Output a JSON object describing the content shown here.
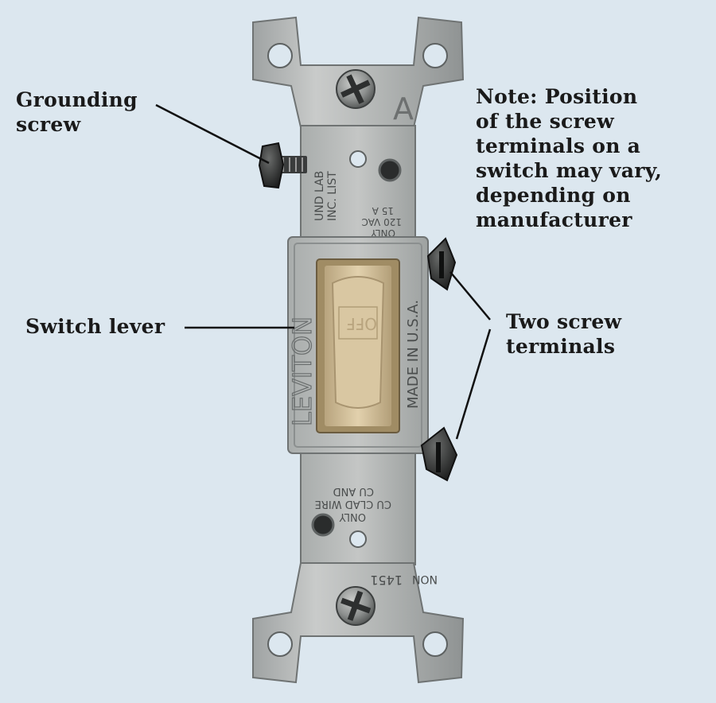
{
  "labels": {
    "grounding": [
      "Grounding",
      "screw"
    ],
    "note": [
      "Note: Position",
      "of the screw",
      "terminals on a",
      "switch may vary,",
      "depending on",
      "manufacturer"
    ],
    "lever": [
      "Switch lever"
    ],
    "terminals": [
      "Two screw",
      "terminals"
    ]
  },
  "switch_markings": {
    "top_letter": "A",
    "brand": "LEVITON",
    "made_in": "MADE IN U.S.A.",
    "und_lab": [
      "UND LAB",
      "INC. LIST"
    ],
    "rating": [
      "15 A",
      "120 VAC",
      "ONLY"
    ],
    "wire": [
      "CU AND",
      "CU CLAD WIRE",
      "ONLY"
    ],
    "model": "1451",
    "non": "NON",
    "toggle": "OFF"
  },
  "colors": {
    "background": "#dce7ef",
    "metal": "#b7b9b8",
    "toggle": "#d7c4a0",
    "text": "#1a1a1a"
  }
}
